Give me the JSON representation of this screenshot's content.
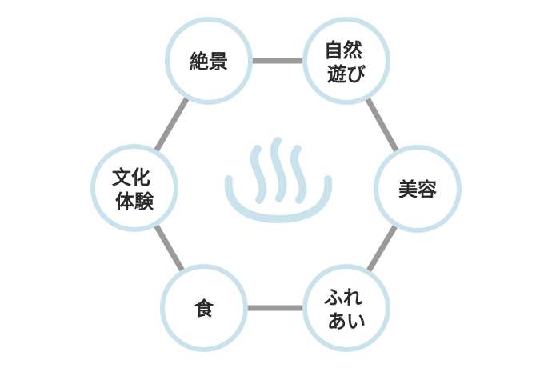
{
  "diagram": {
    "center_icon": "onsen-hot-spring-icon",
    "colors": {
      "ring": "#9a9a9a",
      "node_border": "#c9e2ec",
      "node_fill": "#ffffff",
      "icon": "#c9e2ec",
      "text": "#2b2b2b"
    },
    "nodes": [
      {
        "id": "zekkei",
        "lines": [
          "絶景"
        ]
      },
      {
        "id": "shizen-asobi",
        "lines": [
          "自然",
          "遊び"
        ]
      },
      {
        "id": "biyou",
        "lines": [
          "美容"
        ]
      },
      {
        "id": "fureai",
        "lines": [
          "ふれ",
          "あい"
        ]
      },
      {
        "id": "shoku",
        "lines": [
          "食"
        ]
      },
      {
        "id": "bunka-taiken",
        "lines": [
          "文化",
          "体験"
        ]
      }
    ]
  }
}
